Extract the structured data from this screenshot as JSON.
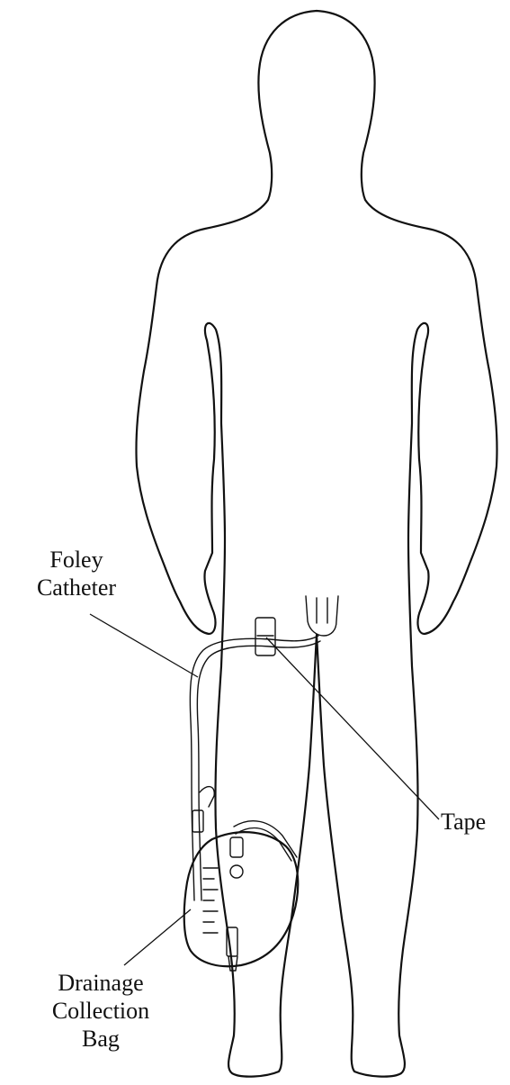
{
  "labels": {
    "catheter_line1": "Foley",
    "catheter_line2": "Catheter",
    "tape": "Tape",
    "bag_line1": "Drainage",
    "bag_line2": "Collection",
    "bag_line3": "Bag"
  },
  "colors": {
    "line": "#111111",
    "background": "#ffffff"
  }
}
